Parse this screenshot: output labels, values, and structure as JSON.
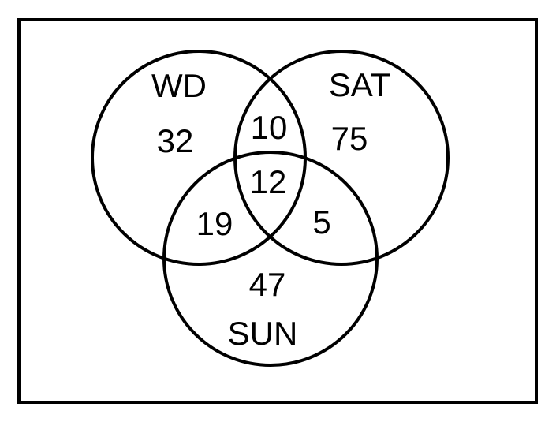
{
  "venn": {
    "type": "venn-diagram",
    "sets": {
      "wd": {
        "label": "WD",
        "count": 32
      },
      "sat": {
        "label": "SAT",
        "count": 75
      },
      "sun": {
        "label": "SUN",
        "count": 47
      }
    },
    "overlaps": {
      "wd_sat": {
        "count": 10
      },
      "wd_sat_sun": {
        "count": 12
      },
      "wd_sun": {
        "count": 19
      },
      "sat_sun": {
        "count": 5
      }
    },
    "colors": {
      "stroke": "#000000",
      "text": "#000000",
      "background": "#ffffff"
    }
  }
}
